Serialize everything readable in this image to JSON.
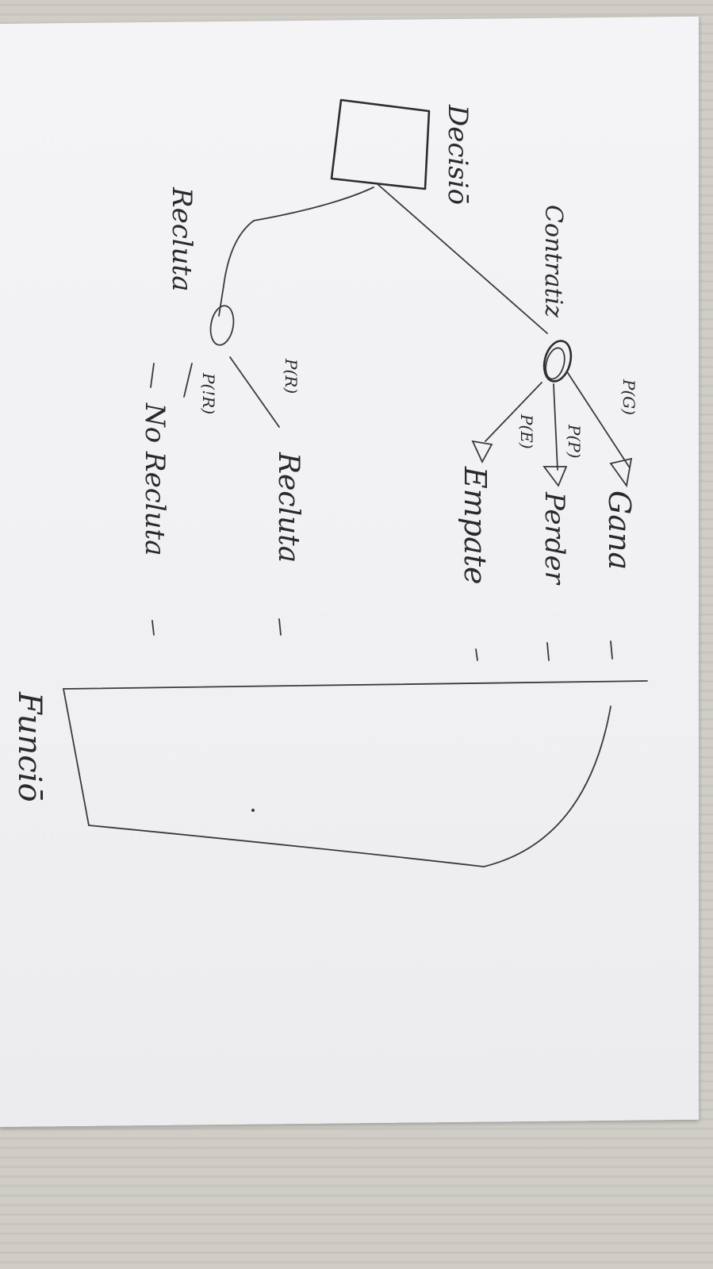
{
  "labels": {
    "decision": "Decisiō",
    "recluta_top": "Recluta",
    "contratiz": "Contratiz",
    "p_g": "P(G)",
    "p_p": "P(P)",
    "p_e": "P(E)",
    "p_r": "P(R)",
    "p_not_r": "P(!R)",
    "ganar": "Gana",
    "perder": "Perder",
    "empate": "Empate",
    "recluta_outcome": "Recluta",
    "no_recluta": "No Recluta",
    "funcion": "Funciō"
  }
}
